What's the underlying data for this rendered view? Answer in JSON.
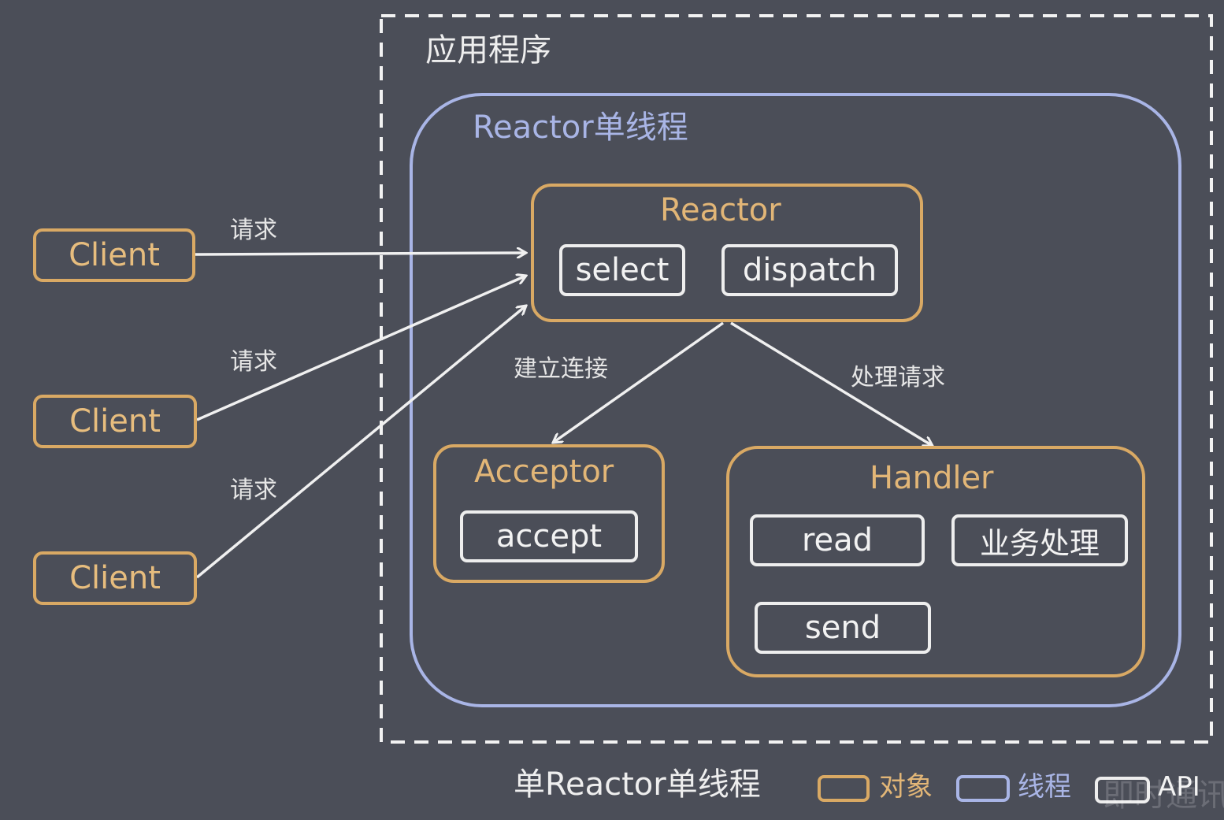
{
  "colors": {
    "background": "#4b4e58",
    "object": "#d9a964",
    "thread": "#a9b5e6",
    "api": "#eeeeee"
  },
  "app": {
    "title": "应用程序"
  },
  "thread": {
    "title": "Reactor单线程"
  },
  "clients": [
    {
      "label": "Client"
    },
    {
      "label": "Client"
    },
    {
      "label": "Client"
    }
  ],
  "edges": {
    "request": "请求",
    "connect": "建立连接",
    "handle": "处理请求"
  },
  "reactor": {
    "title": "Reactor",
    "select": "select",
    "dispatch": "dispatch"
  },
  "acceptor": {
    "title": "Acceptor",
    "accept": "accept"
  },
  "handler": {
    "title": "Handler",
    "read": "read",
    "business": "业务处理",
    "send": "send"
  },
  "caption": "单Reactor单线程",
  "legend": {
    "object": "对象",
    "thread": "线程",
    "api": "API"
  },
  "watermark": "即时通讯"
}
